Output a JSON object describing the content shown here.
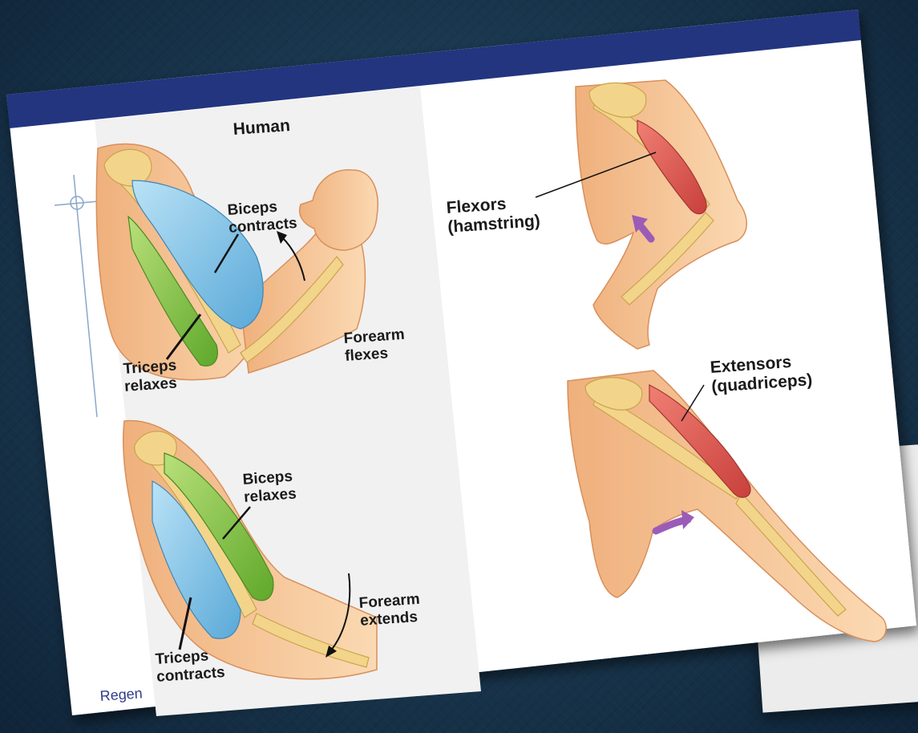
{
  "slide": {
    "footer_text": "Regen"
  },
  "arm": {
    "title": "Human",
    "top": {
      "biceps_label": [
        "Biceps",
        "contracts"
      ],
      "forearm_label": [
        "Forearm",
        "flexes"
      ],
      "triceps_label": [
        "Triceps",
        "relaxes"
      ]
    },
    "bottom": {
      "biceps_label": [
        "Biceps",
        "relaxes"
      ],
      "forearm_label": [
        "Forearm",
        "extends"
      ],
      "triceps_label": [
        "Triceps",
        "contracts"
      ]
    }
  },
  "leg": {
    "flexors_label": [
      "Flexors",
      "(hamstring)"
    ],
    "extensors_label": [
      "Extensors",
      "(quadriceps)"
    ]
  },
  "colors": {
    "header_bar": "#23357f",
    "biceps_blue": "#7ec3e8",
    "triceps_green": "#8cc63f",
    "hamstring_red": "#e0554f",
    "arrow_purple": "#9b5cb8",
    "skin": "#f7c99a",
    "bone": "#f2d58a"
  }
}
